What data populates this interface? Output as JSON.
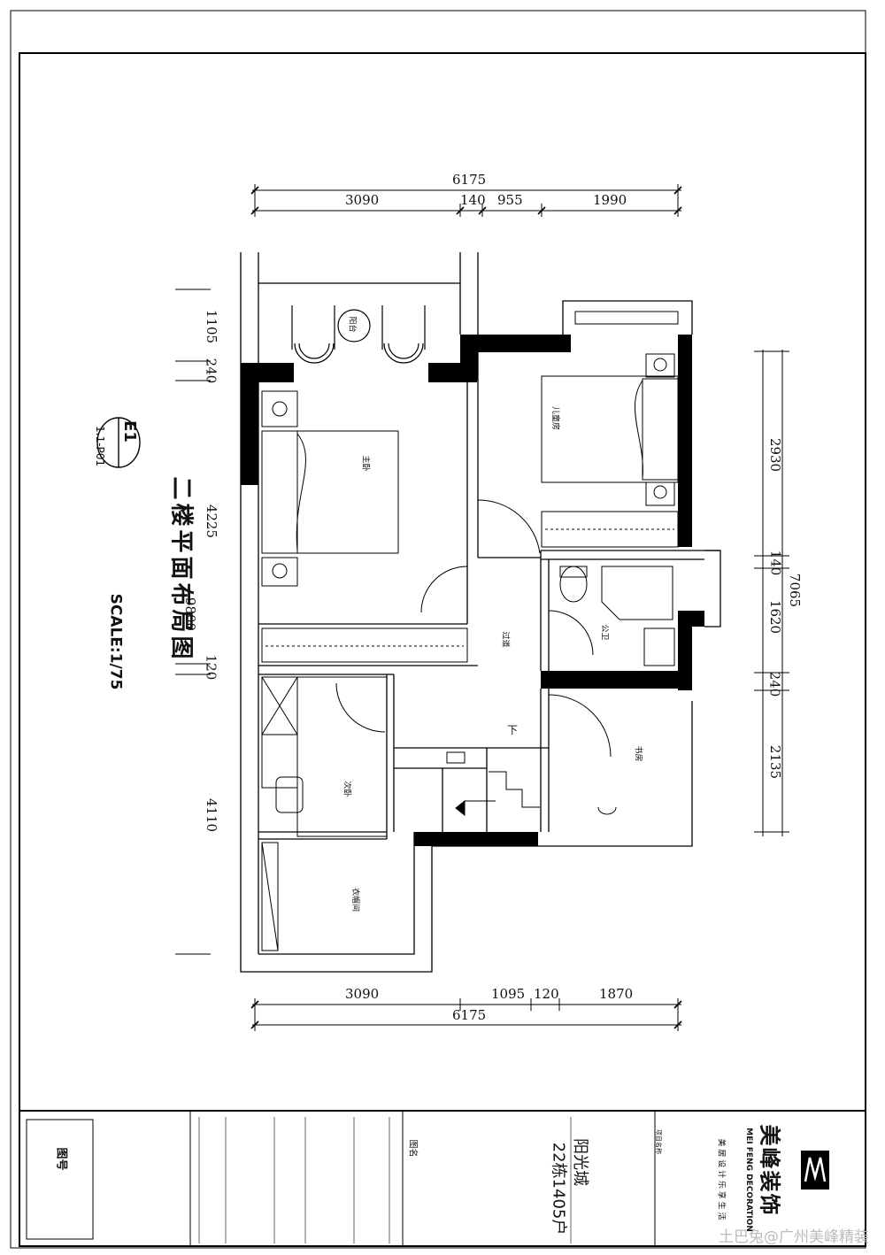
{
  "drawing": {
    "title": "二楼平面布局图",
    "scale": "SCALE:1/75",
    "callout_id": "E1",
    "callout_ref": "1.1-P01"
  },
  "dimensions": {
    "top_total": "6175",
    "top_segments": [
      "3090",
      "140",
      "955",
      "1990"
    ],
    "bottom_total": "6175",
    "bottom_segments": [
      "3090",
      "1095",
      "120",
      "1870"
    ],
    "left_total": "9800",
    "left_segments": [
      "1105",
      "240",
      "4225",
      "120",
      "4110"
    ],
    "right_total": "7065",
    "right_segments": [
      "2930",
      "140",
      "1620",
      "240",
      "2135"
    ]
  },
  "rooms": {
    "balcony": "阳台",
    "master_bedroom": "主卧",
    "kids_room": "儿童房",
    "corridor": "过道",
    "public_bath": "公卫",
    "study": "书房",
    "second_bedroom": "次卧",
    "cloakroom": "衣帽间",
    "stair_down": "下"
  },
  "title_block": {
    "company_cn": "美峰装饰",
    "company_en": "MEI FENG DECORATION",
    "slogan": "美 居 设 计   乐 享 生 活",
    "project_label": "项目名称",
    "project_name": "阳光城",
    "project_unit": "22栋1405户",
    "drawing_title_label": "图名",
    "drawing_no_label": "图号"
  },
  "watermark": "土巴兔@广州美峰精装"
}
